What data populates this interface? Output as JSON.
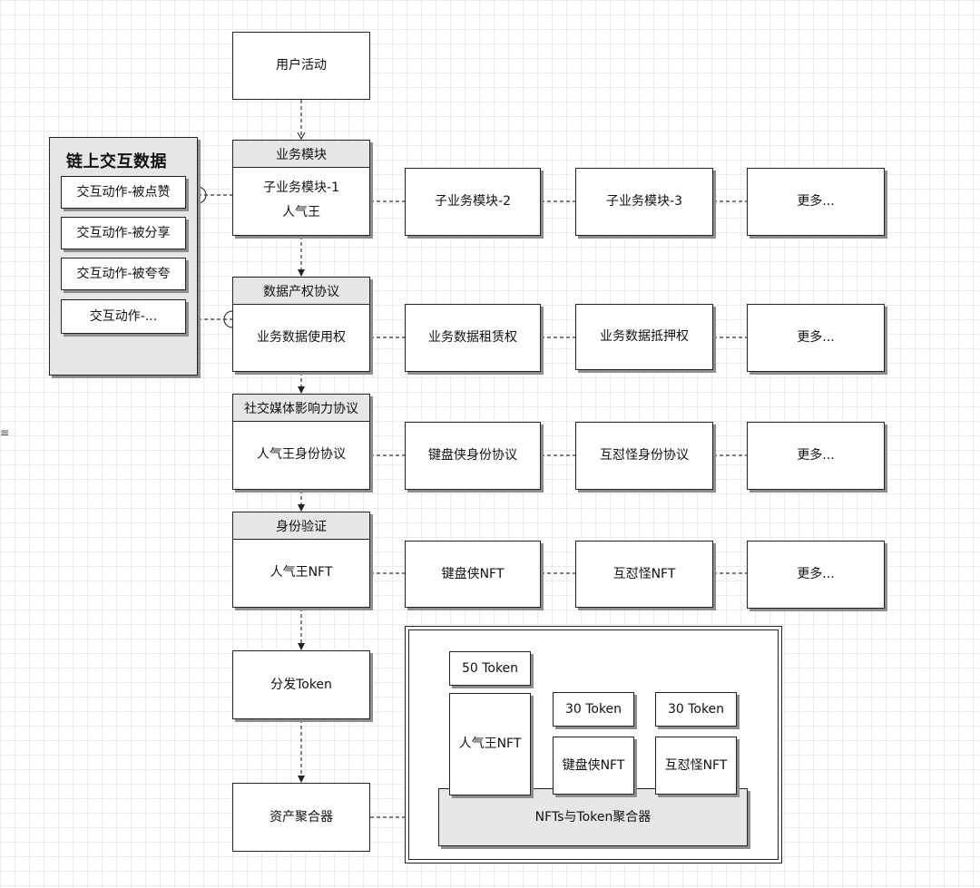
{
  "user_activity": "用户活动",
  "chain_data": {
    "title": "链上交互数据",
    "items": [
      "交互动作-被点赞",
      "交互动作-被分享",
      "交互动作-被夸夸",
      "交互动作-..."
    ]
  },
  "business": {
    "header": "业务模块",
    "line1": "子业务模块-1",
    "line2": "人气王",
    "others": [
      "子业务模块-2",
      "子业务模块-3",
      "更多..."
    ]
  },
  "data_rights": {
    "header": "数据产权协议",
    "main": "业务数据使用权",
    "others": [
      "业务数据租赁权",
      "业务数据抵押权",
      "更多..."
    ]
  },
  "social": {
    "header": "社交媒体影响力协议",
    "main": "人气王身份协议",
    "others": [
      "键盘侠身份协议",
      "互怼怪身份协议",
      "更多..."
    ]
  },
  "identity": {
    "header": "身份验证",
    "main": "人气王NFT",
    "others": [
      "键盘侠NFT",
      "互怼怪NFT",
      "更多..."
    ]
  },
  "distribute": "分发Token",
  "aggregator": "资产聚合器",
  "nft_panel": {
    "tokens": [
      "50 Token",
      "30 Token",
      "30 Token"
    ],
    "nfts": [
      "人气王NFT",
      "键盘侠NFT",
      "互怼怪NFT"
    ],
    "aggregator": "NFTs与Token聚合器"
  },
  "edge_mark": "≡",
  "colors": {
    "header_fill": "#e6e6e6",
    "stroke": "#222222",
    "shadow": "#8d8d8d"
  }
}
